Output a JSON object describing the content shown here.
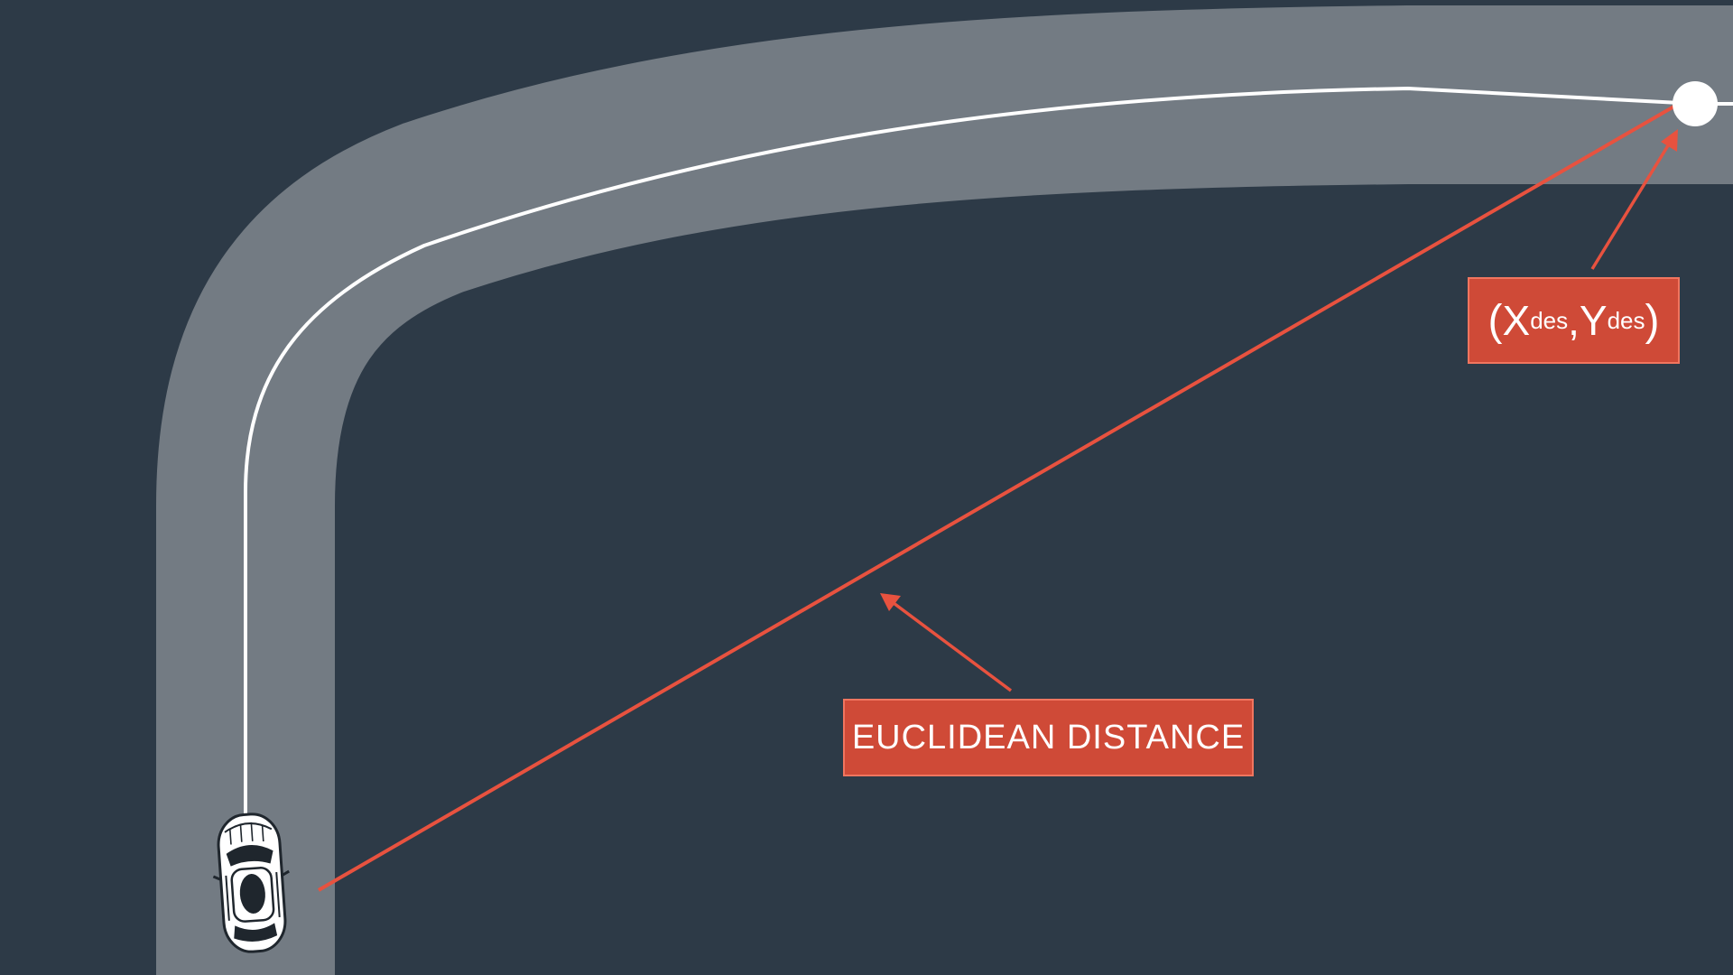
{
  "colors": {
    "background": "#2d3a47",
    "road": "#737b83",
    "path": "#ffffff",
    "accent": "#e8523f"
  },
  "labels": {
    "euclidean_distance": "EUCLIDEAN DISTANCE",
    "goal": {
      "open_paren": "(",
      "x": "X",
      "x_sub": "des",
      "comma": ",",
      "y": "Y",
      "y_sub": "des",
      "close_paren": ")"
    }
  },
  "icons": {
    "vehicle": "car-top-view-icon",
    "target": "target-point-icon"
  }
}
